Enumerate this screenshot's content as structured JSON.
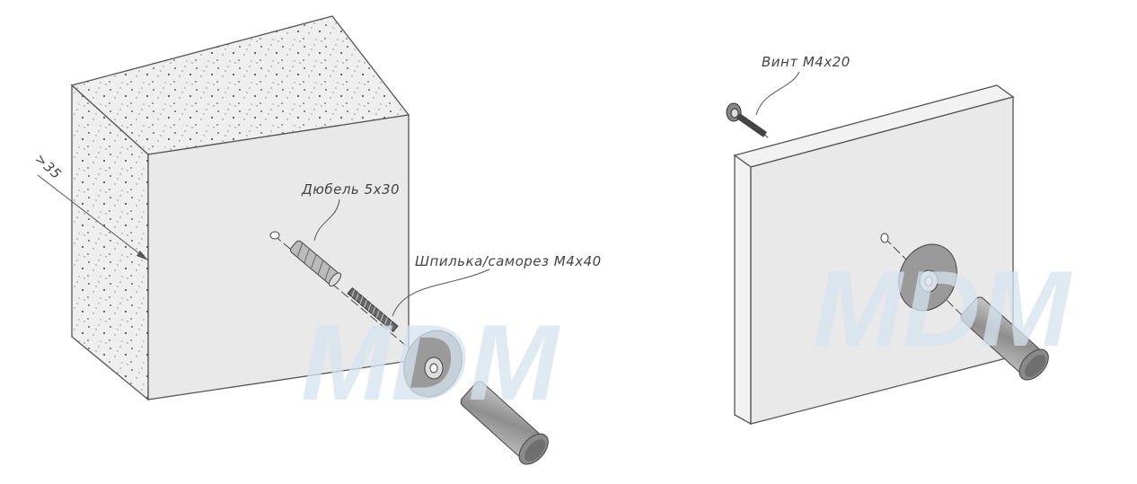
{
  "left_figure": {
    "dimension_label": ">35",
    "dowel_label": "Дюбель 5х30",
    "stud_label": "Шпилька/саморез М4х40"
  },
  "right_figure": {
    "screw_label": "Винт М4х20"
  },
  "watermark": "MDM",
  "colors": {
    "face": "#e9e9e9",
    "concrete": "#eeeeee",
    "outline": "#555555",
    "watermark": "#d6e4f0",
    "metal": "#9a9a9a"
  }
}
